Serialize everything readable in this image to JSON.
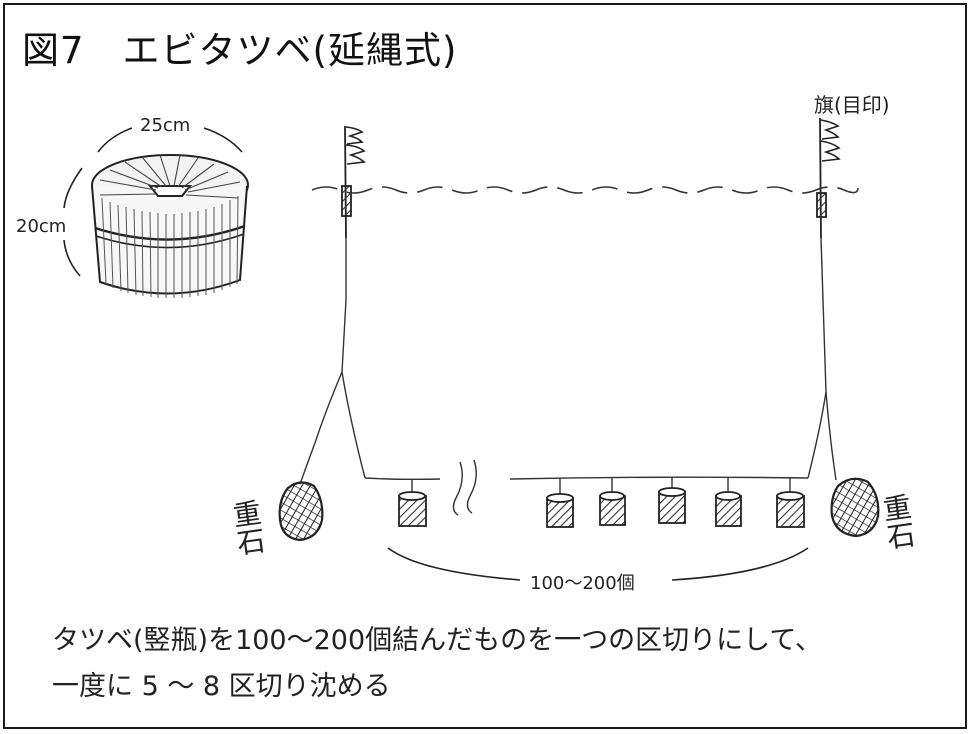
{
  "title": "図7　エビタツベ(延縄式)",
  "labels": {
    "flag": "旗(目印)",
    "diameter": "25cm",
    "height": "20cm",
    "count": "100〜200個",
    "weight_left": "重石",
    "weight_right": "重石"
  },
  "caption": {
    "line1": "タツベ(竪瓶)を100〜200個結んだものを一つの区切りにして、",
    "line2": "一度に 5 〜 8 区切り沈める"
  },
  "colors": {
    "ink": "#222222",
    "border": "#1a1a1a"
  }
}
